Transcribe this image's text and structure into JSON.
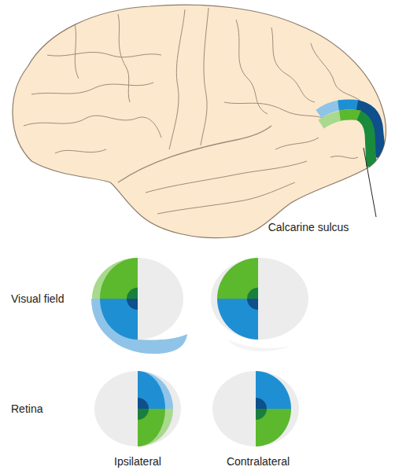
{
  "diagram": {
    "labels": [
      "Calcarine sulcus",
      "Visual field",
      "Retina",
      "Ipsilateral",
      "Contralateral"
    ]
  }
}
